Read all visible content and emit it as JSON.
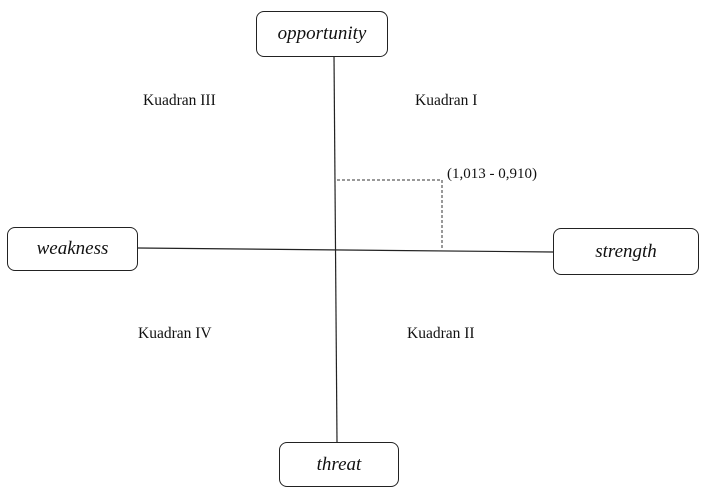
{
  "axes": {
    "top": "opportunity",
    "bottom": "threat",
    "left": "weakness",
    "right": "strength"
  },
  "quadrants": {
    "q1": "Kuadran I",
    "q2": "Kuadran II",
    "q3": "Kuadran III",
    "q4": "Kuadran IV"
  },
  "point": {
    "label": "(1,013 - 0,910)",
    "x": 1.013,
    "y": 0.91
  }
}
